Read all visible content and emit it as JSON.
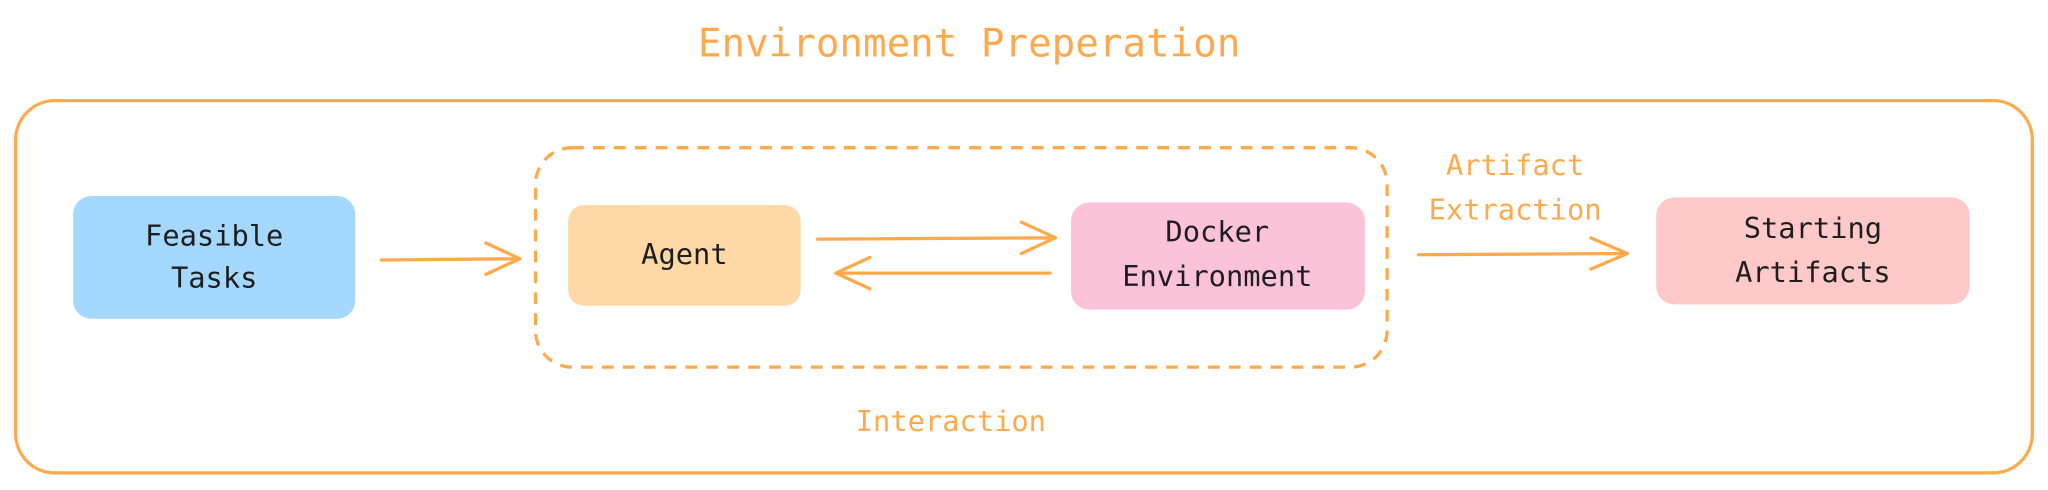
{
  "title": "Environment Preperation",
  "colors": {
    "accent": "#ffa94d",
    "feasible": "#a5d8ff",
    "agent": "#ffd8a8",
    "docker": "#fcc2d7",
    "artifacts": "#ffc9c9"
  },
  "nodes": {
    "feasible": {
      "line1": "Feasible",
      "line2": "Tasks"
    },
    "agent": {
      "line1": "Agent"
    },
    "docker": {
      "line1": "Docker",
      "line2": "Environment"
    },
    "artifacts": {
      "line1": "Starting",
      "line2": "Artifacts"
    }
  },
  "labels": {
    "extraction_line1": "Artifact",
    "extraction_line2": "Extraction",
    "interaction": "Interaction"
  }
}
